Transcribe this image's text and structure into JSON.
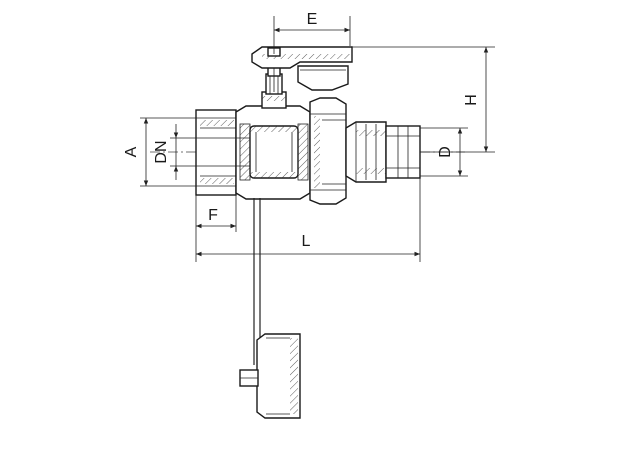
{
  "drawing": {
    "dimensions": {
      "E": "E",
      "H": "H",
      "A": "A",
      "DN": "DN",
      "D": "D",
      "F": "F",
      "L": "L"
    }
  }
}
